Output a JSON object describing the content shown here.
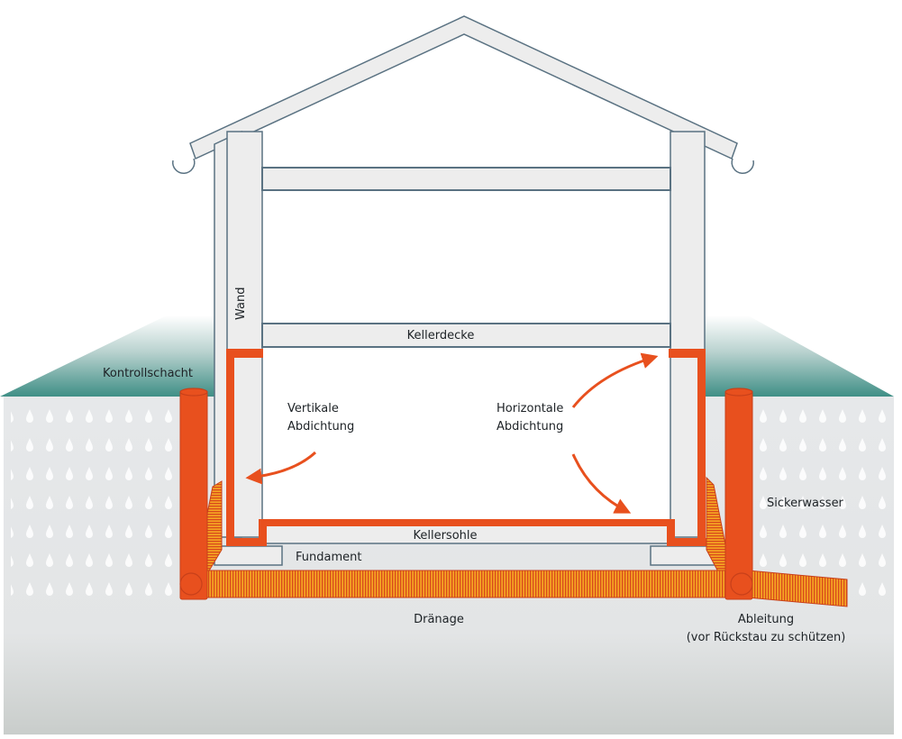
{
  "labels": {
    "wand": "Wand",
    "kellerdecke": "Kellerdecke",
    "kontrollschacht": "Kontrollschacht",
    "vertikale_1": "Vertikale",
    "vertikale_2": "Abdichtung",
    "horizontale_1": "Horizontale",
    "horizontale_2": "Abdichtung",
    "kellersohle": "Kellersohle",
    "fundament": "Fundament",
    "sickerwasser": "Sickerwasser",
    "draenage": "Dränage",
    "ableitung_1": "Ableitung",
    "ableitung_2": "(vor Rückstau zu schützen)"
  },
  "colors": {
    "structure_fill": "#ededed",
    "structure_stroke": "#5a7282",
    "sealing": "#e8501e",
    "pipe": "#e8501e",
    "drain_stripe": "#f5a623",
    "terrain_top": "#3f8f86",
    "soil": "#e6e8ea"
  }
}
